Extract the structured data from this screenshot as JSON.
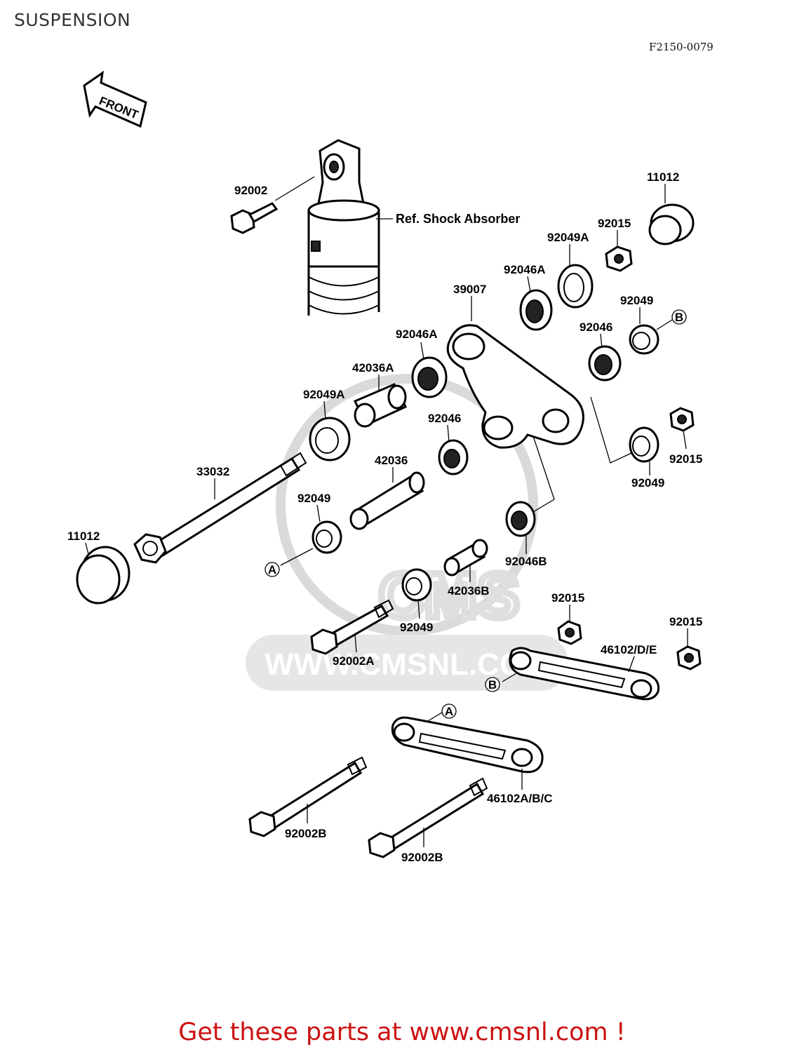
{
  "page": {
    "title": "SUSPENSION",
    "drawing_code": "F2150-0079",
    "front_arrow_text": "FRONT",
    "watermark_text": "WWW.CMSNL.COM",
    "promo_text": "Get these parts at www.cmsnl.com !"
  },
  "labels": {
    "ref_shock": "Ref. Shock Absorber",
    "p_92002": "92002",
    "p_11012_top": "11012",
    "p_92015_top": "92015",
    "p_92049A_top": "92049A",
    "p_92046A_top": "92046A",
    "p_39007": "39007",
    "p_92049_right": "92049",
    "marker_b_right": "B",
    "p_92046_right": "92046",
    "p_92046A_mid": "92046A",
    "p_42036A": "42036A",
    "p_92049A_left": "92049A",
    "p_92046_mid": "92046",
    "p_92015_mid": "92015",
    "p_33032": "33032",
    "p_42036": "42036",
    "p_92049_lower_right": "92049",
    "p_92049_left": "92049",
    "p_11012_left": "11012",
    "marker_a_left": "A",
    "p_92046B": "92046B",
    "p_42036B": "42036B",
    "p_92049_bottom": "92049",
    "p_92015_lower": "92015",
    "p_92015_far": "92015",
    "p_92002A": "92002A",
    "p_46102DE": "46102/D/E",
    "marker_b_link": "B",
    "marker_a_link": "A",
    "p_46102ABC": "46102A/B/C",
    "p_92002B_left": "92002B",
    "p_92002B_right": "92002B"
  }
}
